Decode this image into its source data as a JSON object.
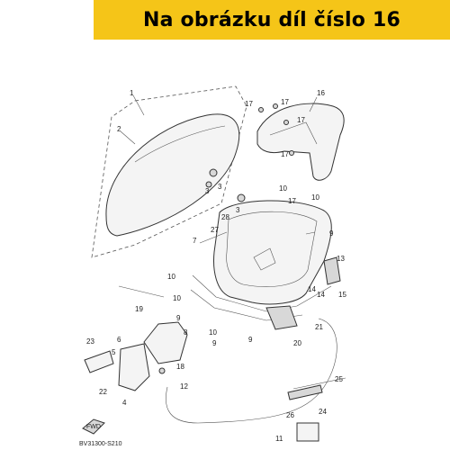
{
  "header": {
    "title": "Na obrázku díl číslo 16"
  },
  "diagram": {
    "reference_code": "BV31300-S210",
    "fwd_label": "FWD",
    "callouts": [
      "1",
      "2",
      "3",
      "3",
      "3",
      "16",
      "17",
      "17",
      "17",
      "17",
      "10",
      "10",
      "28",
      "7",
      "27",
      "9",
      "13",
      "14",
      "14",
      "15",
      "10",
      "10",
      "19",
      "9",
      "9",
      "8",
      "5",
      "6",
      "23",
      "22",
      "18",
      "4",
      "12",
      "11",
      "25",
      "24",
      "26",
      "21",
      "20",
      "10",
      "9",
      "17"
    ]
  }
}
